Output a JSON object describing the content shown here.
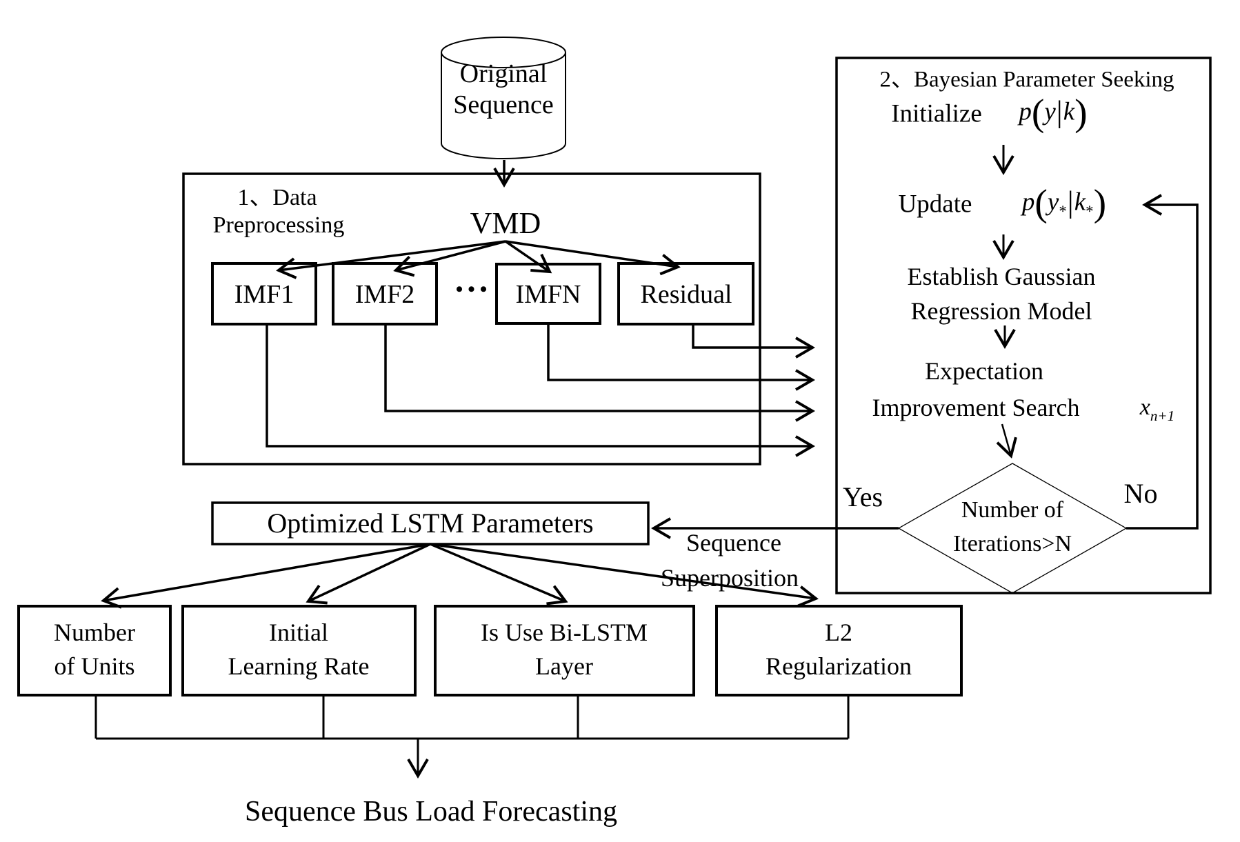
{
  "cylinder": {
    "line1": "Original",
    "line2": "Sequence"
  },
  "preprocessing": {
    "title_line1": "1、Data",
    "title_line2": "Preprocessing",
    "vmd_label": "VMD",
    "components": [
      "IMF1",
      "IMF2",
      "IMFN",
      "Residual"
    ],
    "ellipsis": "•••"
  },
  "bayesian": {
    "title": "2、Bayesian Parameter Seeking",
    "step1_label": "Initialize",
    "step1_formula": {
      "fn": "p",
      "open": "(",
      "arg1": "y",
      "bar": "|",
      "arg2": "k",
      "close": ")"
    },
    "step2_label": "Update",
    "step2_formula": {
      "fn": "p",
      "open": "(",
      "arg1": "y",
      "sub1": "*",
      "bar": "|",
      "arg2": "k",
      "sub2": "*",
      "close": ")"
    },
    "step3_line1": "Establish Gaussian",
    "step3_line2": "Regression Model",
    "step4_line1": "Expectation",
    "step4_line2": "Improvement Search",
    "step4_var": {
      "base": "x",
      "sub": "n+1"
    },
    "decision_line1": "Number of",
    "decision_line2": "Iterations>N",
    "yes_label": "Yes",
    "no_label": "No"
  },
  "optimized_box_label": "Optimized LSTM Parameters",
  "superposition_line1": "Sequence",
  "superposition_line2": "Superposition",
  "parameters": [
    {
      "line1": "Number",
      "line2": "of Units"
    },
    {
      "line1": "Initial",
      "line2": "Learning Rate"
    },
    {
      "line1": "Is Use Bi-LSTM",
      "line2": "Layer"
    },
    {
      "line1": "L2",
      "line2": "Regularization"
    }
  ],
  "output_label": "Sequence Bus Load Forecasting",
  "colors": {
    "ink": "#000000",
    "background": "#ffffff"
  }
}
